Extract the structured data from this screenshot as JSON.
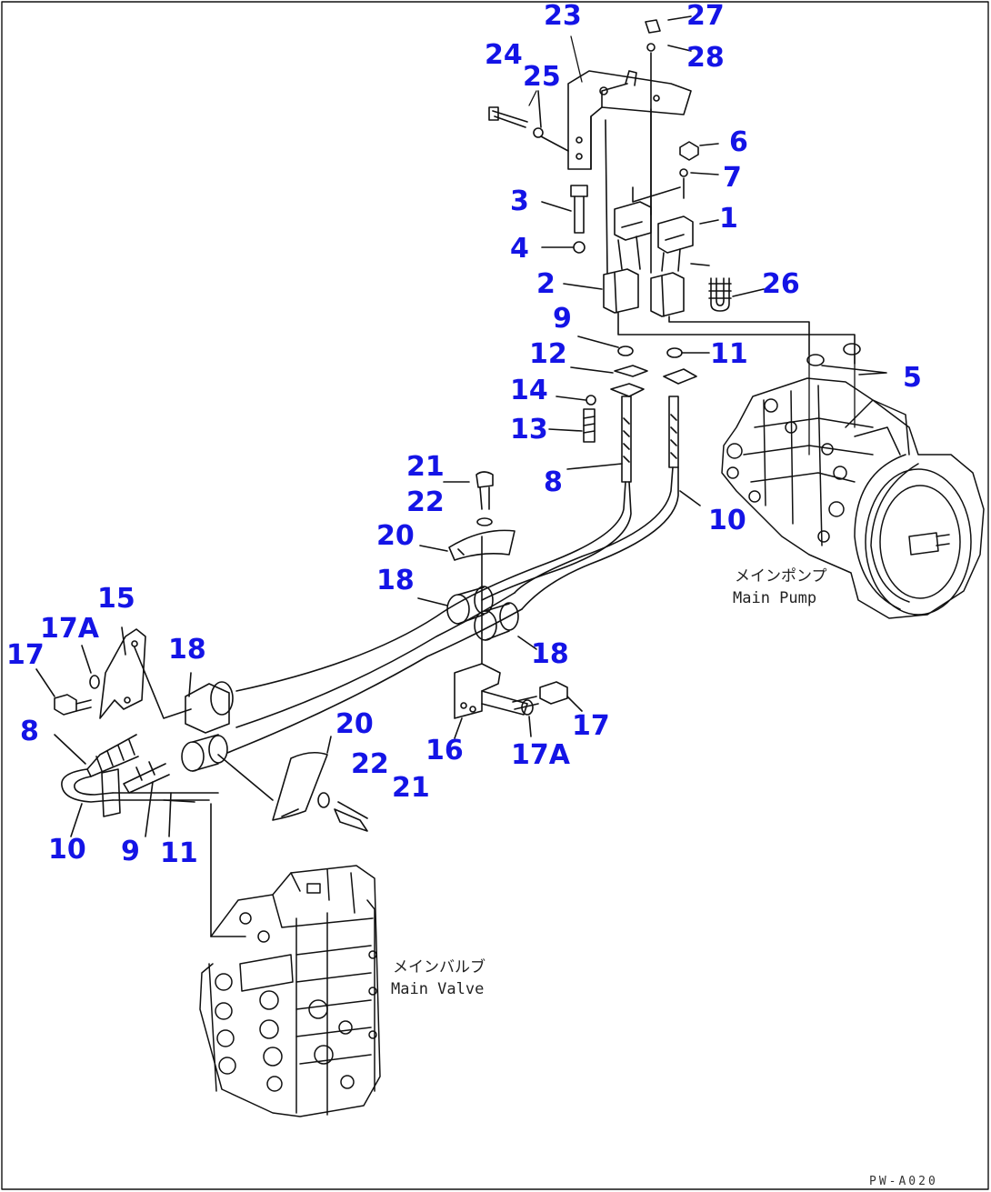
{
  "drawing_code": "PW-A020",
  "main_pump": {
    "jp": "メインポンプ",
    "en": "Main Pump"
  },
  "main_valve": {
    "jp": "メインバルブ",
    "en": "Main Valve"
  },
  "labels": {
    "l27": "27",
    "l23": "23",
    "l28": "28",
    "l24": "24",
    "l25": "25",
    "l6": "6",
    "l7": "7",
    "l3": "3",
    "l1": "1",
    "l4": "4",
    "l2": "2",
    "l26": "26",
    "l9a": "9",
    "l12": "12",
    "l11a": "11",
    "l5": "5",
    "l14": "14",
    "l13": "13",
    "l21a": "21",
    "l8a": "8",
    "l22a": "22",
    "l10a": "10",
    "l20a": "20",
    "l18a": "18",
    "l15": "15",
    "l17Aa": "17A",
    "l18b": "18",
    "l18c": "18",
    "l17a": "17",
    "l20b": "20",
    "l17b": "17",
    "l8b": "8",
    "l16": "16",
    "l17Ab": "17A",
    "l22b": "22",
    "l21b": "21",
    "l10b": "10",
    "l9b": "9",
    "l11b": "11"
  }
}
